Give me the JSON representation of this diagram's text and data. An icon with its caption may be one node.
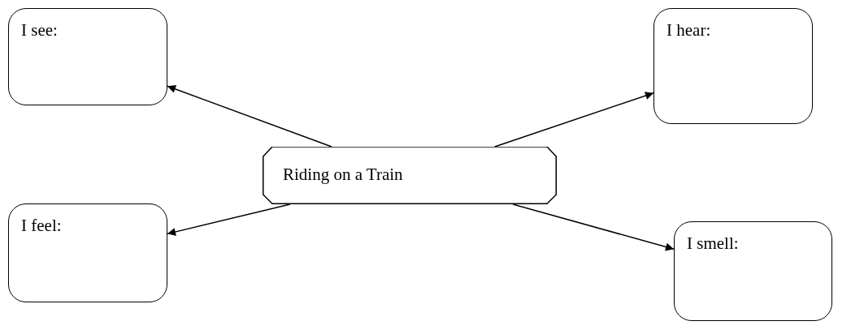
{
  "diagram": {
    "nodes": [
      {
        "text": [
          "I see:"
        ]
      },
      {
        "text": [
          "I hear:"
        ]
      },
      {
        "text": [
          "Riding on a Train"
        ]
      },
      {
        "text": [
          "I feel:"
        ]
      },
      {
        "text": [
          "I smell:"
        ]
      }
    ],
    "edges": [
      {
        "from": 2,
        "to": 0,
        "arrow": "to"
      },
      {
        "from": 2,
        "to": 1,
        "arrow": "to"
      },
      {
        "from": 2,
        "to": 3,
        "arrow": "to"
      },
      {
        "from": 2,
        "to": 4,
        "arrow": "to"
      }
    ]
  }
}
